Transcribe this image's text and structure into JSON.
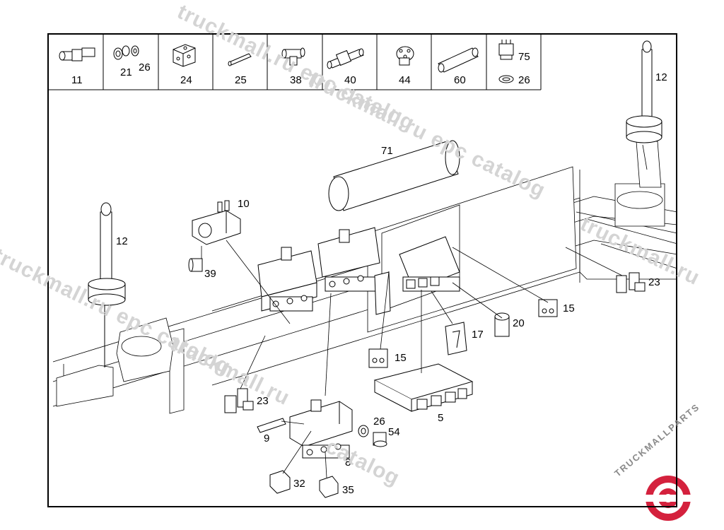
{
  "legend_cells": [
    {
      "label": "11"
    },
    {
      "label": "21",
      "label2": "26"
    },
    {
      "label": "24"
    },
    {
      "label": "25"
    },
    {
      "label": "38"
    },
    {
      "label": "40"
    },
    {
      "label": "44"
    },
    {
      "label": "60"
    },
    {
      "label": "75",
      "label2": "26"
    }
  ],
  "callouts": {
    "c71": "71",
    "c10": "10",
    "c12a": "12",
    "c12b": "12",
    "c39": "39",
    "c23a": "23",
    "c23b": "23",
    "c15a": "15",
    "c15b": "15",
    "c20": "20",
    "c17": "17",
    "c5": "5",
    "c26": "26",
    "c54": "54",
    "c9": "9",
    "c8": "8",
    "c32": "32",
    "c35": "35"
  },
  "watermark": {
    "text1": "truckmall.ru epc catalog",
    "text2": "truckmall.ru epc catalog",
    "text3": "truckmall.ru epc catalog",
    "text4": "truckmall.ru",
    "text5": "catalog",
    "text6": "truckmall.ru"
  },
  "logo": {
    "text": "TRUCKMALLPARTS",
    "color": "#d4213d"
  }
}
